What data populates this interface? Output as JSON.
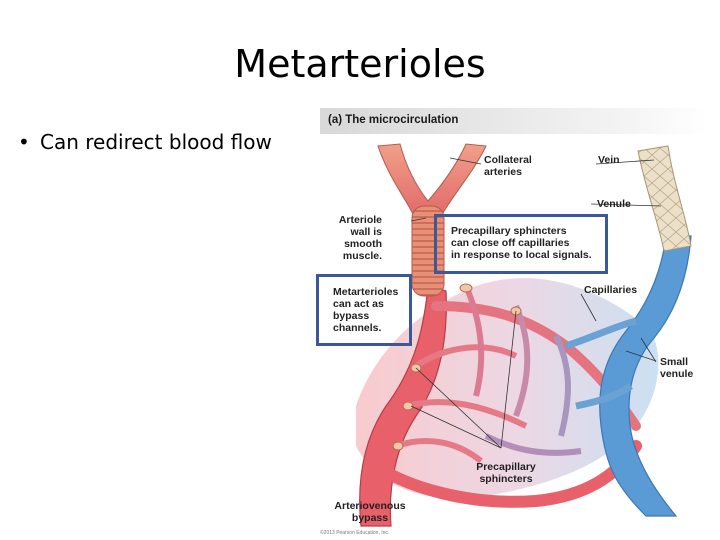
{
  "slide": {
    "title": "Metarterioles",
    "bullets": [
      "Can redirect blood flow"
    ]
  },
  "figure": {
    "header": "(a) The microcirculation",
    "labels": {
      "collateral_arteries": "Collateral\narteries",
      "vein": "Vein",
      "venule": "Venule",
      "arteriole_wall": "Arteriole\nwall is\nsmooth\nmuscle.",
      "precapillary_sphincters_note": "Precapillary sphincters\ncan close off capillaries\nin response to local signals.",
      "metarterioles_note": "Metarterioles\ncan act as\nbypass\nchannels.",
      "capillaries": "Capillaries",
      "small_venule": "Small\nvenule",
      "precapillary_sphincters": "Precapillary\nsphincters",
      "arteriovenous_bypass": "Arteriovenous\nbypass"
    },
    "credit": "©2013 Pearson Education, Inc.",
    "colors": {
      "arterial": "#e8606a",
      "venous": "#5b9bd5",
      "capillary_bed": "#b58cc4",
      "vein_wall": "#e8d9bf",
      "highlight_border": "#3b5998"
    }
  }
}
